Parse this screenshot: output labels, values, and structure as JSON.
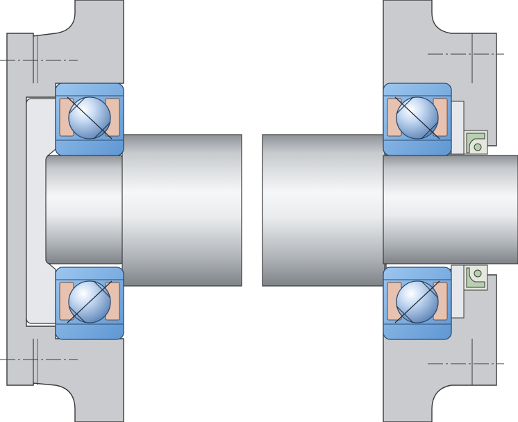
{
  "diagram": {
    "colors": {
      "housing": "#c9cbce",
      "housing_edge": "#3a3a3a",
      "cover": "#e6e7ea",
      "bearing_ring": "#7fb3e6",
      "cage": "#e8c2b0",
      "ball": "#a9c6ea",
      "shaft_light": "#f2f3f5",
      "shaft_dark": "#8e9398",
      "seal": "#b8cfb0",
      "background": "#ffffff"
    },
    "components": {
      "left_housing": "housing",
      "right_housing": "housing",
      "end_cover": "end-cover",
      "shaft": "shaft",
      "bearings": [
        "bearing-left-top",
        "bearing-left-bottom",
        "bearing-right-top",
        "bearing-right-bottom"
      ],
      "seals": [
        "seal-top",
        "seal-bottom"
      ],
      "centerlines": [
        "bolt-centerline-left-top",
        "bolt-centerline-left-bottom",
        "bolt-centerline-right-top",
        "bolt-centerline-right-bottom"
      ]
    },
    "view": "cross-section",
    "shaft_break": true
  }
}
